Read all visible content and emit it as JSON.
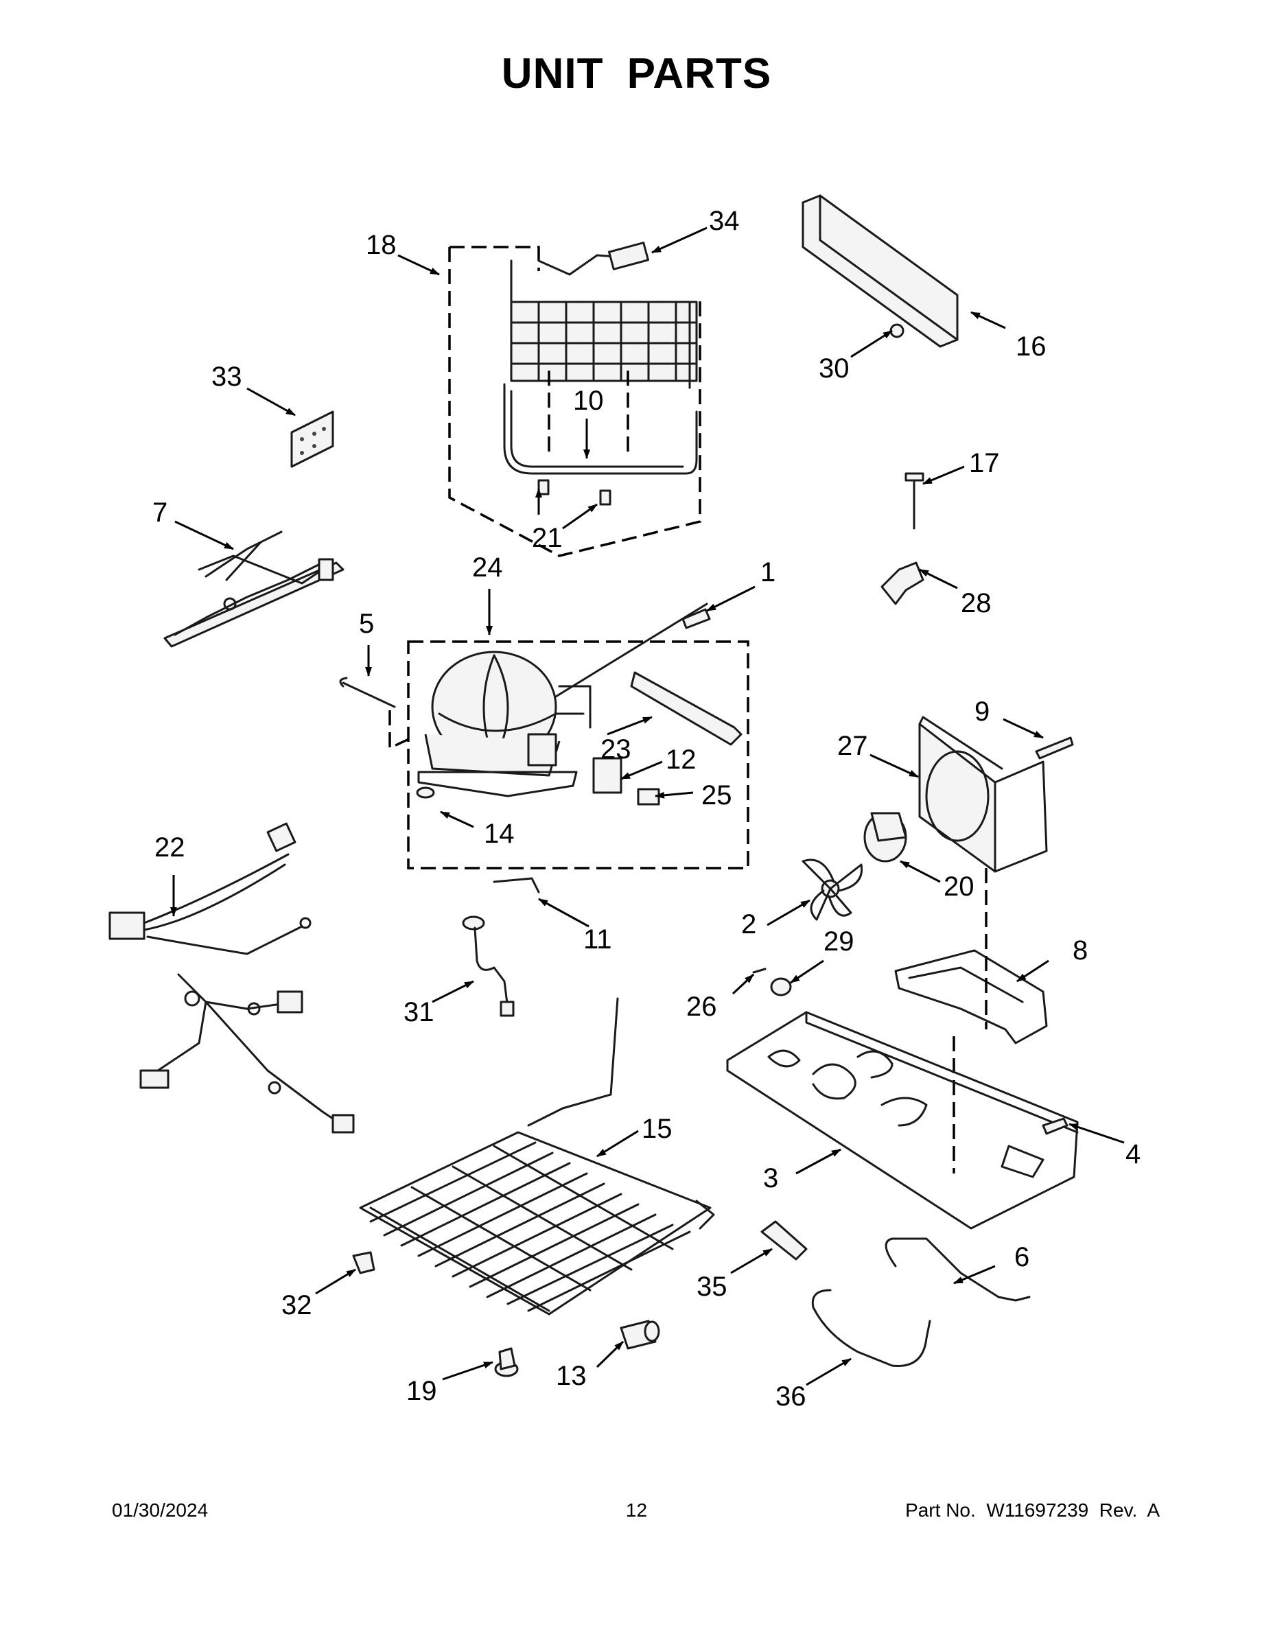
{
  "page": {
    "title": "UNIT PARTS",
    "footer": {
      "date": "01/30/2024",
      "page_number": "12",
      "part_no": "Part No.  W11697239  Rev.  A"
    }
  },
  "callouts": [
    "1",
    "2",
    "3",
    "4",
    "5",
    "6",
    "7",
    "8",
    "9",
    "10",
    "11",
    "12",
    "13",
    "14",
    "15",
    "16",
    "17",
    "19",
    "18",
    "20",
    "21",
    "22",
    "23",
    "24",
    "25",
    "26",
    "27",
    "28",
    "29",
    "30",
    "31",
    "32",
    "33",
    "34",
    "35",
    "36"
  ]
}
